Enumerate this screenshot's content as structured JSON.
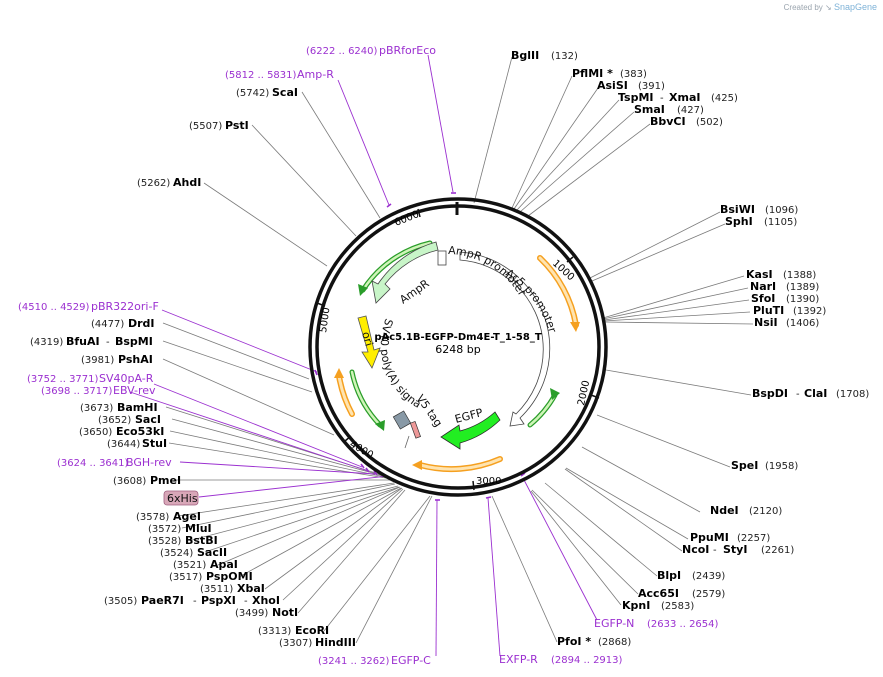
{
  "credit": {
    "prefix": "Created by",
    "brand": "SnapGene"
  },
  "plasmid": {
    "name": "pAc5.1B-EGFP-Dm4E-T_1-58_T",
    "size_label": "6248 bp"
  },
  "ticks": [
    "1000",
    "2000",
    "3000",
    "4000",
    "5000",
    "6000"
  ],
  "colors": {
    "backbone": "#111111",
    "site_line": "#7a7a7a",
    "primer": "#9b30d0",
    "egfp": "#22ee22",
    "ampr": "#c8f5c8",
    "ori": "#ffee00",
    "orange": "#f5a020"
  },
  "sites": [
    {
      "name": "BglII",
      "pos": "(132)"
    },
    {
      "name": "PflMI *",
      "pos": "(383)"
    },
    {
      "name": "AsiSI",
      "pos": "(391)"
    },
    {
      "name": "TspMI",
      "pos": ""
    },
    {
      "name": "XmaI",
      "pos": "(425)"
    },
    {
      "name": "SmaI",
      "pos": "(427)"
    },
    {
      "name": "BbvCI",
      "pos": "(502)"
    },
    {
      "name": "BsiWI",
      "pos": "(1096)"
    },
    {
      "name": "SphI",
      "pos": "(1105)"
    },
    {
      "name": "KasI",
      "pos": "(1388)"
    },
    {
      "name": "NarI",
      "pos": "(1389)"
    },
    {
      "name": "SfoI",
      "pos": "(1390)"
    },
    {
      "name": "PluTI",
      "pos": "(1392)"
    },
    {
      "name": "NsiI",
      "pos": "(1406)"
    },
    {
      "name": "BspDI",
      "pos": ""
    },
    {
      "name": "ClaI",
      "pos": "(1708)"
    },
    {
      "name": "SpeI",
      "pos": "(1958)"
    },
    {
      "name": "NdeI",
      "pos": "(2120)"
    },
    {
      "name": "PpuMI",
      "pos": "(2257)"
    },
    {
      "name": "NcoI",
      "pos": ""
    },
    {
      "name": "StyI",
      "pos": "(2261)"
    },
    {
      "name": "BlpI",
      "pos": "(2439)"
    },
    {
      "name": "Acc65I",
      "pos": "(2579)"
    },
    {
      "name": "KpnI",
      "pos": "(2583)"
    },
    {
      "name": "PfoI *",
      "pos": "(2868)"
    },
    {
      "name": "HindIII",
      "pos": "(3307)"
    },
    {
      "name": "EcoRI",
      "pos": "(3313)"
    },
    {
      "name": "NotI",
      "pos": "(3499)"
    },
    {
      "name": "PaeR7I",
      "pos": "(3505)"
    },
    {
      "name": "PspXI",
      "pos": ""
    },
    {
      "name": "XhoI",
      "pos": ""
    },
    {
      "name": "XbaI",
      "pos": "(3511)"
    },
    {
      "name": "PspOMI",
      "pos": "(3517)"
    },
    {
      "name": "ApaI",
      "pos": "(3521)"
    },
    {
      "name": "SacII",
      "pos": "(3524)"
    },
    {
      "name": "BstBI",
      "pos": "(3528)"
    },
    {
      "name": "MluI",
      "pos": "(3572)"
    },
    {
      "name": "AgeI",
      "pos": "(3578)"
    },
    {
      "name": "PmeI",
      "pos": "(3608)"
    },
    {
      "name": "StuI",
      "pos": "(3644)"
    },
    {
      "name": "Eco53kI",
      "pos": "(3650)"
    },
    {
      "name": "SacI",
      "pos": "(3652)"
    },
    {
      "name": "BamHI",
      "pos": "(3673)"
    },
    {
      "name": "PshAI",
      "pos": "(3981)"
    },
    {
      "name": "BfuAI",
      "pos": "(4319)"
    },
    {
      "name": "BspMI",
      "pos": ""
    },
    {
      "name": "DrdI",
      "pos": "(4477)"
    },
    {
      "name": "AhdI",
      "pos": "(5262)"
    },
    {
      "name": "PstI",
      "pos": "(5507)"
    },
    {
      "name": "ScaI",
      "pos": "(5742)"
    }
  ],
  "primers": [
    {
      "name": "pBRforEco",
      "range": "(6222 .. 6240)"
    },
    {
      "name": "Amp-R",
      "range": "(5812 .. 5831)"
    },
    {
      "name": "pBR322ori-F",
      "range": "(4510 .. 4529)"
    },
    {
      "name": "SV40pA-R",
      "range": "(3752 .. 3771)"
    },
    {
      "name": "EBV-rev",
      "range": "(3698 .. 3717)"
    },
    {
      "name": "BGH-rev",
      "range": "(3624 .. 3641)"
    },
    {
      "name": "EGFP-N",
      "range": "(2633 .. 2654)"
    },
    {
      "name": "EXFP-R",
      "range": "(2894 .. 2913)"
    },
    {
      "name": "EGFP-C",
      "range": "(3241 .. 3262)"
    }
  ],
  "tags": [
    {
      "name": "6xHis"
    }
  ],
  "features": {
    "ampr": "AmpR",
    "ampr_promoter": "AmpR promoter",
    "ac5_promoter": "Ac5 promoter",
    "egfp": "EGFP",
    "v5_tag": "V5 tag",
    "sv40": "SV40 poly(A) signal",
    "ori": "ori"
  }
}
